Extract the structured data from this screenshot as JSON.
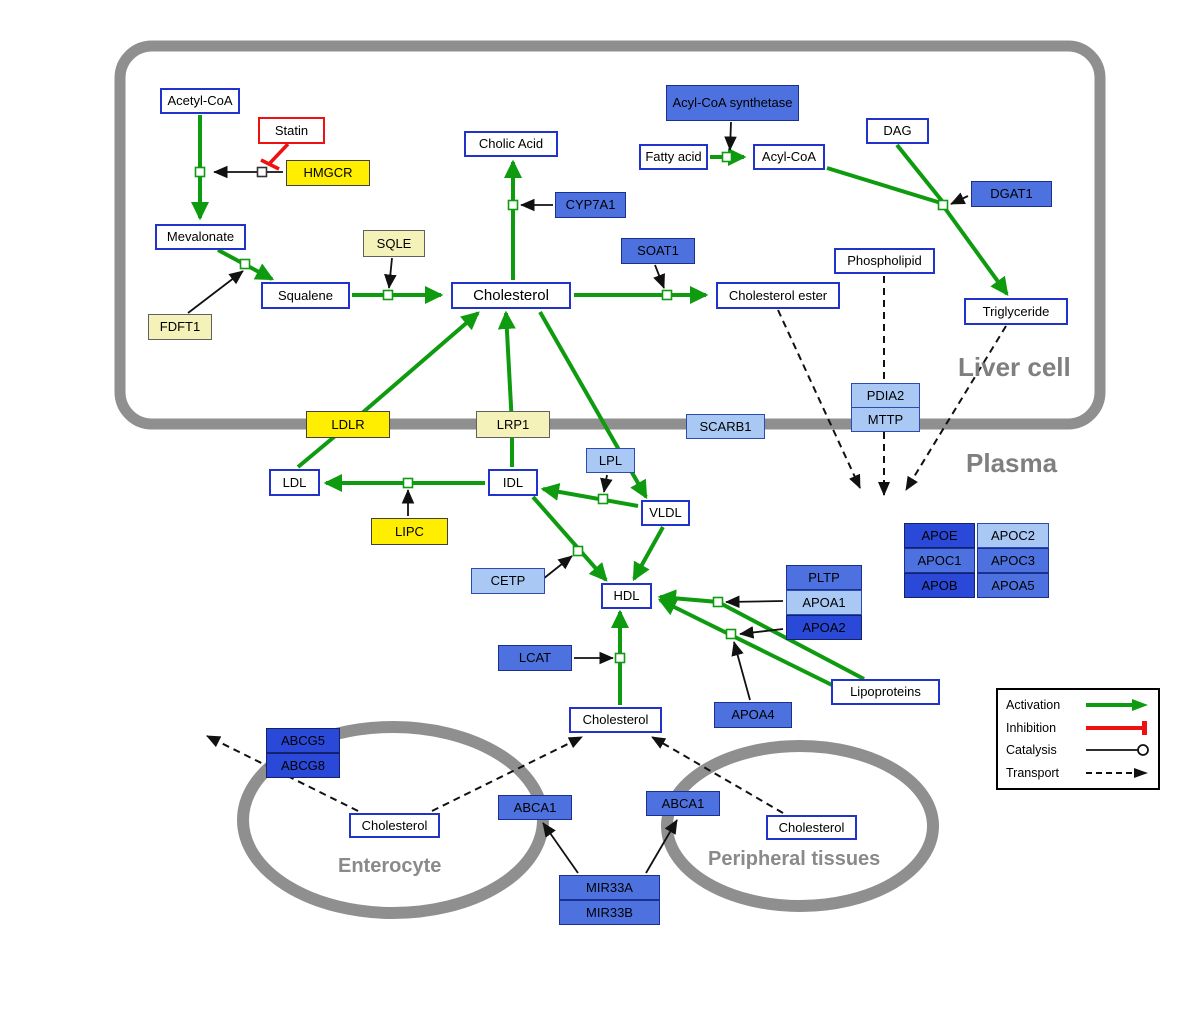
{
  "compartments": {
    "liver_label": "Liver cell",
    "plasma_label": "Plasma",
    "enterocyte_label": "Enterocyte",
    "peripheral_label": "Peripheral tissues"
  },
  "legend": {
    "activation": "Activation",
    "inhibition": "Inhibition",
    "catalysis": "Catalysis",
    "transport": "Transport"
  },
  "colors": {
    "activation_green": "#0f9b0f",
    "inhibition_red": "#ee1111",
    "membrane_gray": "#8f8f8f",
    "metabolite_border_blue": "#2233cc",
    "gene_yellow": "#ffee00",
    "gene_pale_yellow": "#f4f2b8",
    "gene_blue_light": "#a9c9f4",
    "gene_blue_medium": "#4d72e0",
    "gene_blue_dark": "#2a49d8"
  },
  "nodes": {
    "acetyl_coa": "Acetyl-CoA",
    "statin": "Statin",
    "hmgcr": "HMGCR",
    "mevalonate": "Mevalonate",
    "sqle": "SQLE",
    "squalene": "Squalene",
    "fdft1": "FDFT1",
    "cholic_acid": "Cholic Acid",
    "cyp7a1": "CYP7A1",
    "cholesterol_liver": "Cholesterol",
    "soat1": "SOAT1",
    "cholesterol_ester": "Cholesterol ester",
    "acyl_coa_synthetase": "Acyl-CoA synthetase",
    "fatty_acid": "Fatty acid",
    "acyl_coa": "Acyl-CoA",
    "dag": "DAG",
    "dgat1": "DGAT1",
    "phospholipid": "Phospholipid",
    "triglyceride": "Triglyceride",
    "pdia2": "PDIA2",
    "mttp": "MTTP",
    "ldlr": "LDLR",
    "lrp1": "LRP1",
    "scarb1": "SCARB1",
    "ldl": "LDL",
    "idl": "IDL",
    "lpl": "LPL",
    "vldl": "VLDL",
    "lipc": "LIPC",
    "cetp": "CETP",
    "hdl": "HDL",
    "pltp": "PLTP",
    "apoa1": "APOA1",
    "apoa2": "APOA2",
    "lcat": "LCAT",
    "apoa4": "APOA4",
    "lipoproteins": "Lipoproteins",
    "apoe": "APOE",
    "apoc2": "APOC2",
    "apoc1": "APOC1",
    "apoc3": "APOC3",
    "apob": "APOB",
    "apoa5": "APOA5",
    "cholesterol_plasma": "Cholesterol",
    "abcg5": "ABCG5",
    "abcg8": "ABCG8",
    "cholesterol_enterocyte": "Cholesterol",
    "abca1_enterocyte": "ABCA1",
    "abca1_peripheral": "ABCA1",
    "cholesterol_peripheral": "Cholesterol",
    "mir33a": "MIR33A",
    "mir33b": "MIR33B"
  }
}
